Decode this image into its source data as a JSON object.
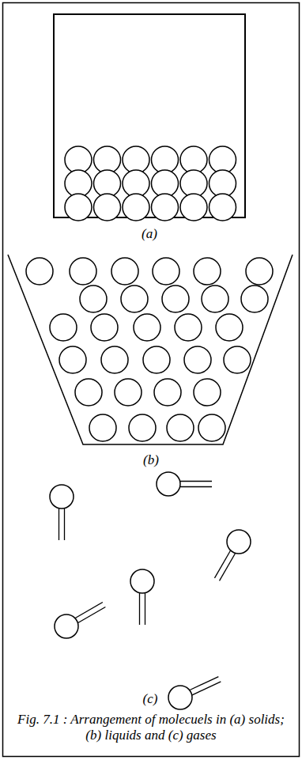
{
  "diagram": {
    "caption": "Fig. 7.1 : Arrangement of molecuels in (a) solids; (b) liquids and (c) gases",
    "labels": [
      "(a)",
      "(b)",
      "(c)"
    ]
  }
}
